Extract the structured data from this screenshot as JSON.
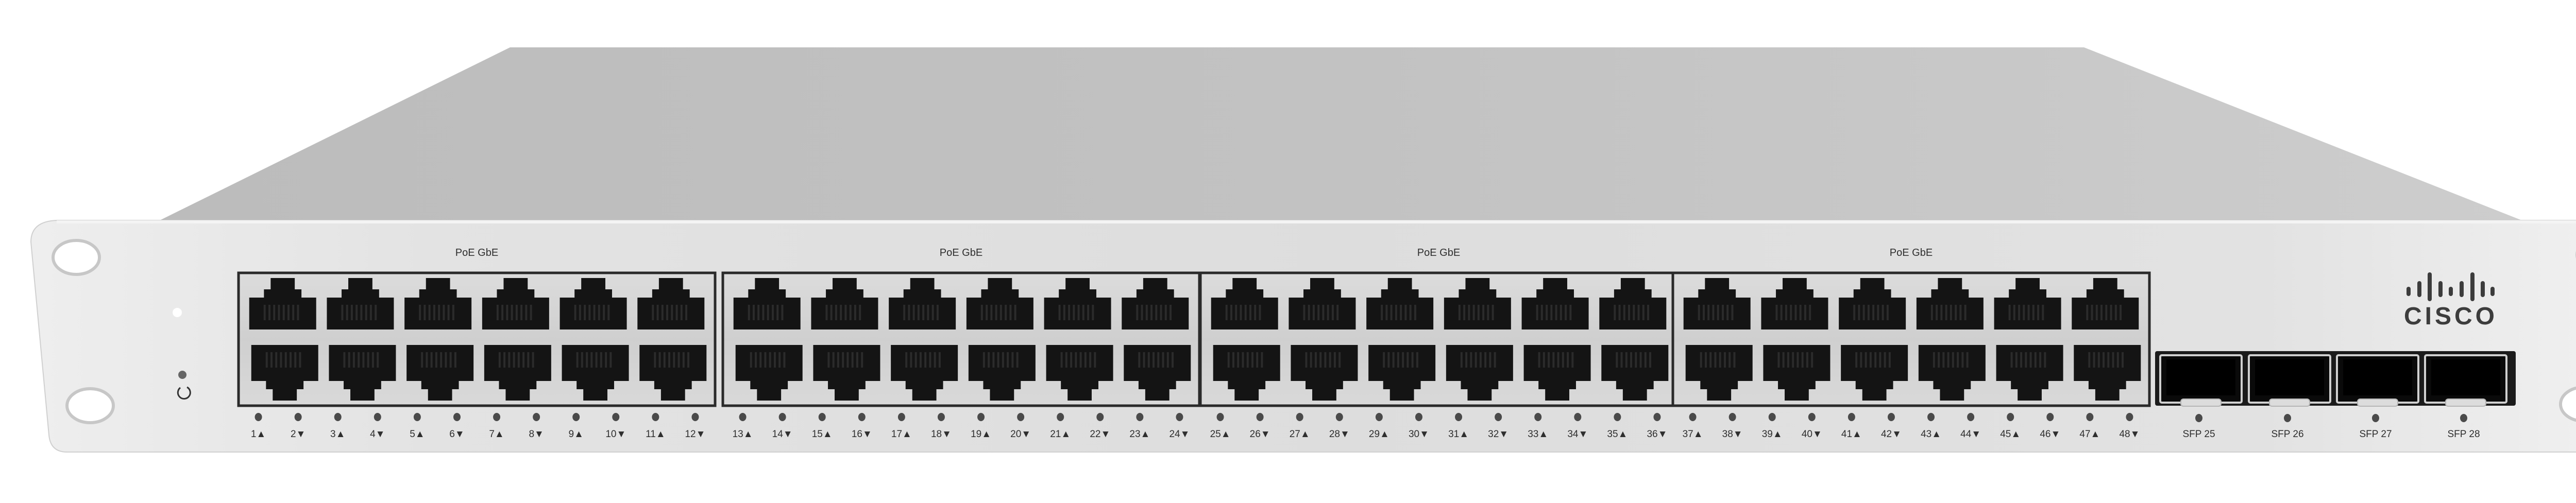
{
  "device": {
    "brand": "CISCO",
    "type": "48-port PoE Gigabit switch, front view",
    "colors": {
      "chassis_top": "#bfbfbf",
      "front_panel": "#e6e6e6",
      "front_panel_light": "#f1f1f1",
      "port_bay": "#d6d6d6",
      "port_black": "#141414",
      "group_border": "#2a2a2a",
      "led_off": "#4a4a4a",
      "led_status": "#ffffff",
      "label_text": "#2e2e2e",
      "logo": "#3c3c3c"
    }
  },
  "status": {
    "status_led": "status-led",
    "reset_button": "reset-button",
    "reset_icon": "reset-icon"
  },
  "port_groups": [
    {
      "label": "PoE GbE",
      "top_ports": [
        "1",
        "3",
        "5",
        "7",
        "9",
        "11"
      ],
      "bottom_ports": [
        "2",
        "4",
        "6",
        "8",
        "10",
        "12"
      ],
      "port_labels": [
        "1▲",
        "2▼",
        "3▲",
        "4▼",
        "5▲",
        "6▼",
        "7▲",
        "8▼",
        "9▲",
        "10▼",
        "11▲",
        "12▼"
      ]
    },
    {
      "label": "PoE GbE",
      "top_ports": [
        "13",
        "15",
        "17",
        "19",
        "21",
        "23"
      ],
      "bottom_ports": [
        "14",
        "16",
        "18",
        "20",
        "22",
        "24"
      ],
      "port_labels": [
        "13▲",
        "14▼",
        "15▲",
        "16▼",
        "17▲",
        "18▼",
        "19▲",
        "20▼",
        "21▲",
        "22▼",
        "23▲",
        "24▼"
      ]
    },
    {
      "label": "PoE GbE",
      "top_ports": [
        "25",
        "27",
        "29",
        "31",
        "33",
        "35"
      ],
      "bottom_ports": [
        "26",
        "28",
        "30",
        "32",
        "34",
        "36"
      ],
      "port_labels": [
        "25▲",
        "26▼",
        "27▲",
        "28▼",
        "29▲",
        "30▼",
        "31▲",
        "32▼",
        "33▲",
        "34▼",
        "35▲",
        "36▼"
      ]
    },
    {
      "label": "PoE GbE",
      "top_ports": [
        "37",
        "39",
        "41",
        "43",
        "45",
        "47"
      ],
      "bottom_ports": [
        "38",
        "40",
        "42",
        "44",
        "46",
        "48"
      ],
      "port_labels": [
        "37▲",
        "38▼",
        "39▲",
        "40▼",
        "41▲",
        "42▼",
        "43▲",
        "44▼",
        "45▲",
        "46▼",
        "47▲",
        "48▼"
      ]
    }
  ],
  "sfp_ports": [
    {
      "label": "SFP   25"
    },
    {
      "label": "SFP   26"
    },
    {
      "label": "SFP   27"
    },
    {
      "label": "SFP   28"
    }
  ],
  "logo": {
    "wordmark": "CISCO",
    "icon": "cisco-bridge-logo-icon"
  },
  "mounting": {
    "left_ear_holes": 2,
    "right_ear_holes": 2
  }
}
